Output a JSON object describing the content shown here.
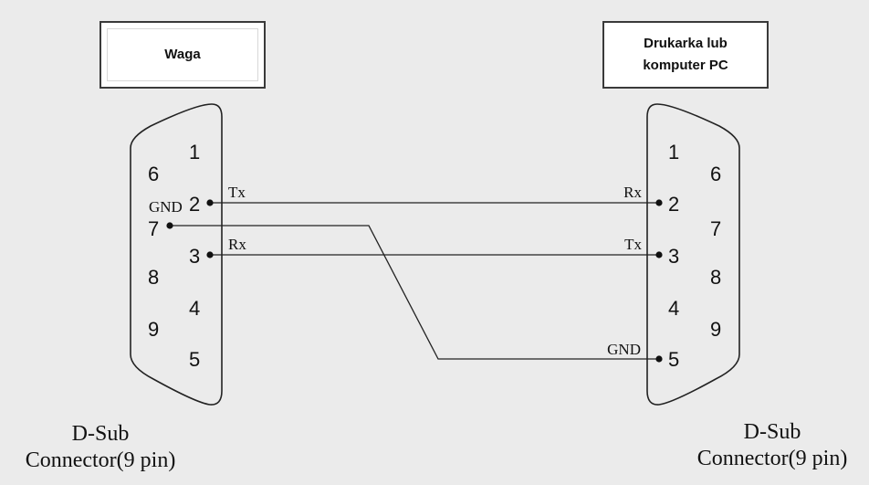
{
  "left_device": {
    "label": "Waga"
  },
  "right_device": {
    "label_line1": "Drukarka lub",
    "label_line2": "komputer PC"
  },
  "left_connector": {
    "pins": [
      "1",
      "2",
      "3",
      "4",
      "5",
      "6",
      "7",
      "8",
      "9"
    ],
    "signals": {
      "tx": "Tx",
      "rx": "Rx",
      "gnd": "GND"
    },
    "caption_line1": "D-Sub",
    "caption_line2": "Connector(9 pin)"
  },
  "right_connector": {
    "pins": [
      "1",
      "2",
      "3",
      "4",
      "5",
      "6",
      "7",
      "8",
      "9"
    ],
    "signals": {
      "rx": "Rx",
      "tx": "Tx",
      "gnd": "GND"
    },
    "caption_line1": "D-Sub",
    "caption_line2": "Connector(9 pin)"
  },
  "colors": {
    "background": "#ebebeb",
    "line": "#222222",
    "box_fill": "#ffffff"
  }
}
